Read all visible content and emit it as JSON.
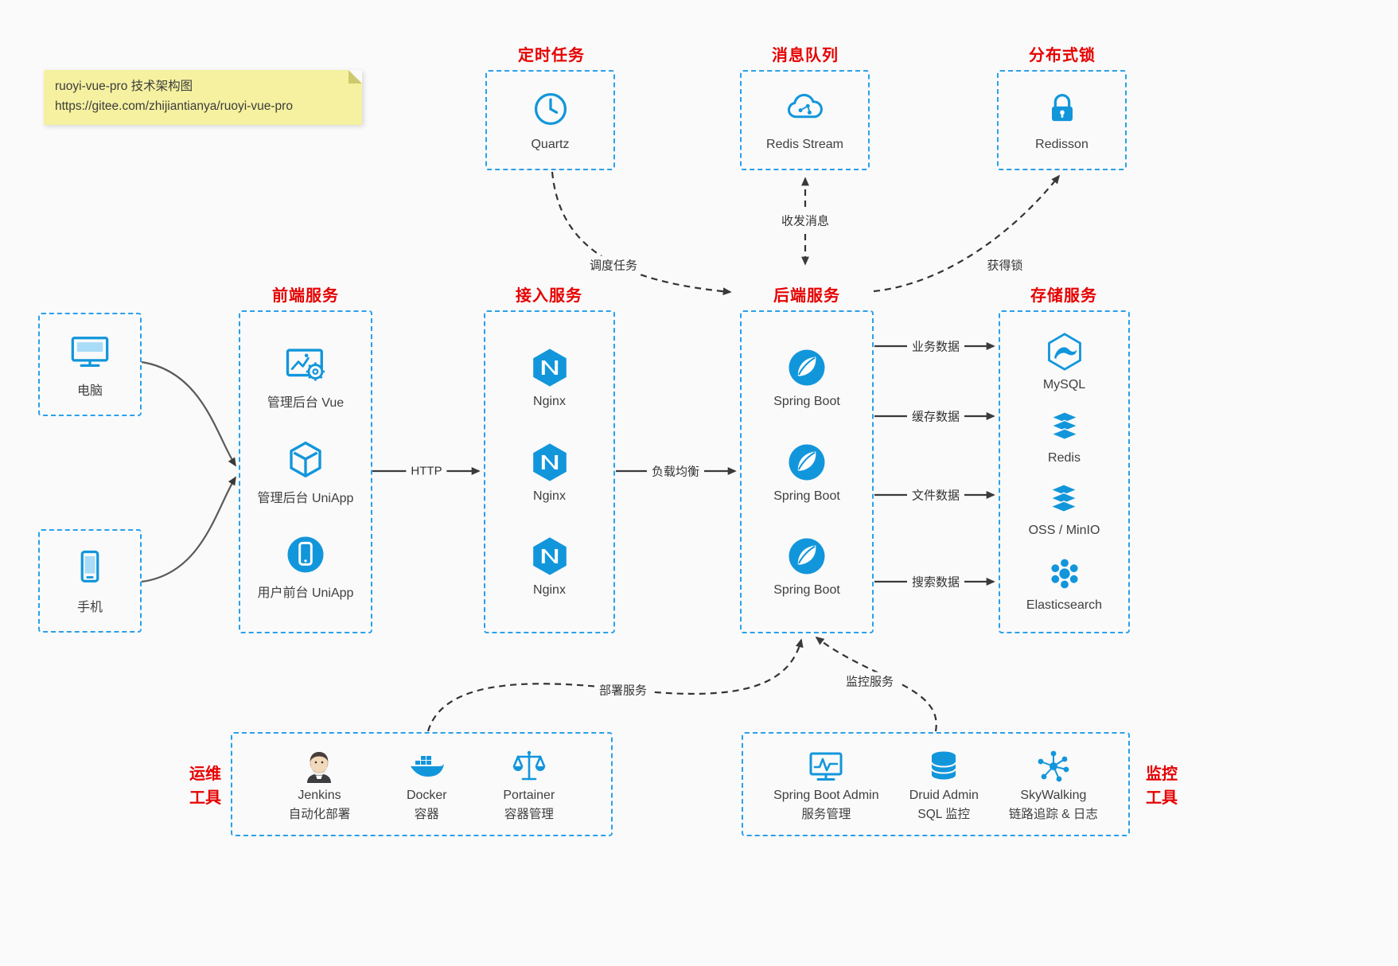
{
  "note": {
    "line1": "ruoyi-vue-pro 技术架构图",
    "line2": "https://gitee.com/zhijiantianya/ruoyi-vue-pro"
  },
  "top_services": [
    {
      "title": "定时任务",
      "label": "Quartz",
      "icon": "clock-icon"
    },
    {
      "title": "消息队列",
      "label": "Redis Stream",
      "icon": "cloud-stream-icon"
    },
    {
      "title": "分布式锁",
      "label": "Redisson",
      "icon": "lock-icon"
    }
  ],
  "clients": {
    "desktop": "电脑",
    "mobile": "手机"
  },
  "frontend": {
    "title": "前端服务",
    "items": [
      "管理后台 Vue",
      "管理后台 UniApp",
      "用户前台 UniApp"
    ]
  },
  "gateway": {
    "title": "接入服务",
    "items": [
      "Nginx",
      "Nginx",
      "Nginx"
    ]
  },
  "backend": {
    "title": "后端服务",
    "items": [
      "Spring Boot",
      "Spring Boot",
      "Spring Boot"
    ]
  },
  "storage": {
    "title": "存储服务",
    "items": [
      "MySQL",
      "Redis",
      "OSS / MinIO",
      "Elasticsearch"
    ]
  },
  "edges": {
    "http": "HTTP",
    "load_balance": "负载均衡",
    "business": "业务数据",
    "cache": "缓存数据",
    "file": "文件数据",
    "search": "搜索数据",
    "schedule": "调度任务",
    "message": "收发消息",
    "lock": "获得锁",
    "deploy": "部署服务",
    "monitor": "监控服务"
  },
  "ops": {
    "title": "运维工具",
    "items": [
      {
        "name": "Jenkins",
        "desc": "自动化部署"
      },
      {
        "name": "Docker",
        "desc": "容器"
      },
      {
        "name": "Portainer",
        "desc": "容器管理"
      }
    ]
  },
  "monitoring": {
    "title": "监控工具",
    "items": [
      {
        "name": "Spring Boot Admin",
        "desc": "服务管理"
      },
      {
        "name": "Druid Admin",
        "desc": "SQL 监控"
      },
      {
        "name": "SkyWalking",
        "desc": "链路追踪 & 日志"
      }
    ]
  },
  "colors": {
    "icon_blue": "#1296db",
    "border_blue": "#2aa0ea",
    "title_red": "#e60000",
    "note_yellow": "#f5f1a0"
  }
}
